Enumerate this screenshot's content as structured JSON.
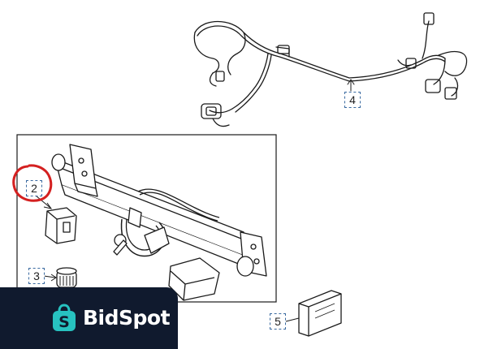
{
  "callouts": {
    "item_2": "2",
    "item_3": "3",
    "item_4": "4",
    "item_5": "5"
  },
  "brand": {
    "name": "BidSpot",
    "icon": "shopping-bag-icon",
    "icon_letter": "S",
    "bar_color": "#101a2e",
    "accent_color": "#27c2c0"
  },
  "colors": {
    "highlight_circle": "#d42020",
    "callout_border": "#3a6aa0",
    "line_art": "#1a1a1a"
  }
}
